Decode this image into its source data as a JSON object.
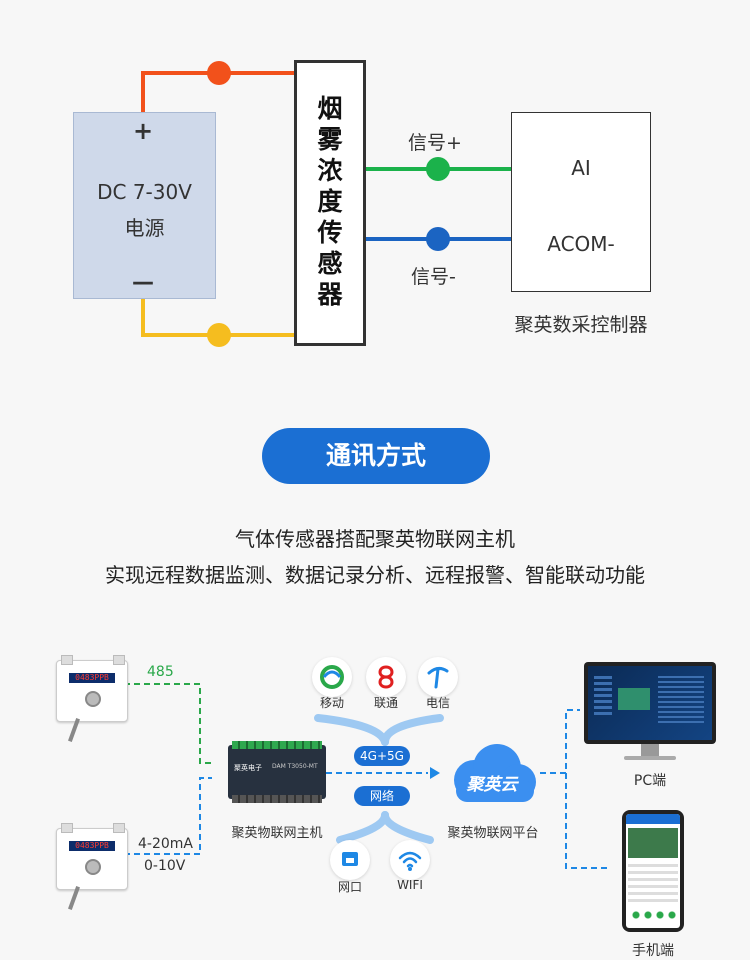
{
  "wiring": {
    "psu_plus": "+",
    "psu_minus": "—",
    "psu_voltage": "DC 7-30V",
    "psu_label": "电源",
    "sensor_label": "烟雾浓度传感器",
    "signal_plus": "信号+",
    "signal_minus": "信号-",
    "ctrl_ai": "AI",
    "ctrl_acom": "ACOM-",
    "ctrl_label": "聚英数采控制器",
    "colors": {
      "red": "#f2511b",
      "yellow": "#f5bd1f",
      "green": "#1bb24b",
      "blue": "#1b64c2"
    }
  },
  "section": {
    "title": "通讯方式",
    "line1": "气体传感器搭配聚英物联网主机",
    "line2": "实现远程数据监测、数据记录分析、远程报警、智能联动功能"
  },
  "comm": {
    "display_text": "0483PPB",
    "port_485": "485",
    "port_420": "4-20mA",
    "port_010": "0-10V",
    "host_label": "聚英物联网主机",
    "host_brand": "聚英电子",
    "host_model": "DAM T3050-MT",
    "mobile": "移动",
    "unicom": "联通",
    "telecom": "电信",
    "net_4g5g": "4G+5G",
    "net_network": "网络",
    "lan": "网口",
    "wifi": "WIFI",
    "cloud_text": "聚英云",
    "platform_label": "聚英物联网平台",
    "pc_label": "PC端",
    "phone_label": "手机端",
    "accent": "#1b6fd3",
    "dash_green": "#2aa84a",
    "dash_blue": "#1e88e5"
  }
}
